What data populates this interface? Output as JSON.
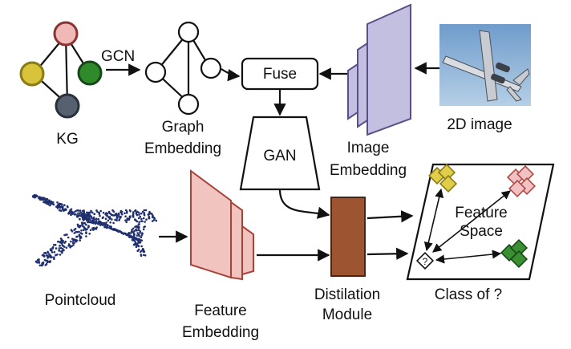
{
  "labels": {
    "kg": "KG",
    "gcn": "GCN",
    "graph_embedding_1": "Graph",
    "graph_embedding_2": "Embedding",
    "fuse": "Fuse",
    "gan": "GAN",
    "image_embedding_1": "Image",
    "image_embedding_2": "Embedding",
    "image_2d": "2D image",
    "pointcloud": "Pointcloud",
    "feature_embedding_1": "Feature",
    "feature_embedding_2": "Embedding",
    "distillation_1": "Distilation",
    "distillation_2": "Module",
    "feature_space_1": "Feature",
    "feature_space_2": "Space",
    "class_query": "Class of ?",
    "query_mark": "?"
  },
  "colors": {
    "kg_red": "#f0b8b6",
    "kg_yellow": "#d8c33a",
    "kg_green": "#2f8a2a",
    "kg_gray": "#56606e",
    "image_embedding": "#c3bfe0",
    "feature_embedding": "#f2c4c0",
    "distillation": "#9c5530",
    "class_yellow": "#e0cd4a",
    "class_pink": "#f2c2c2",
    "class_green": "#3a8f33",
    "sky": "#8fb5d8"
  },
  "icons": [
    "airplane-photo",
    "airplane-pointcloud"
  ]
}
